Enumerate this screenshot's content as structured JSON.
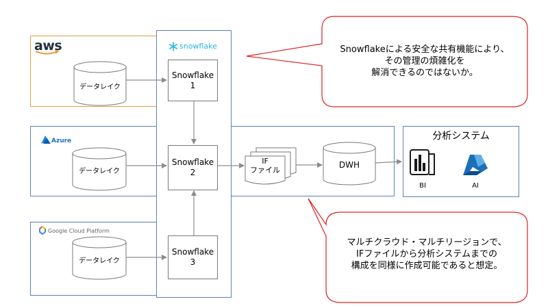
{
  "regions": {
    "aws": {
      "logo": "aws",
      "lake": "データレイク"
    },
    "azure": {
      "logo": "Azure",
      "lake": "データレイク"
    },
    "gcp": {
      "logo": "Google Cloud Platform",
      "lake": "データレイク"
    }
  },
  "snowflake": {
    "logo": "snowflake",
    "nodes": [
      {
        "line1": "Snowflake",
        "line2": "1"
      },
      {
        "line1": "Snowflake",
        "line2": "2"
      },
      {
        "line1": "Snowflake",
        "line2": "3"
      }
    ]
  },
  "if_file": {
    "line1": "IF",
    "line2": "ファイル"
  },
  "dwh": "DWH",
  "analysis": {
    "title": "分析システム",
    "bi": "BI",
    "ai": "AI"
  },
  "callouts": {
    "top": {
      "line1": "Snowflakeによる安全な共有機能により、",
      "line2": "その管理の煩雑化を",
      "line3": "解消できるのではないか。"
    },
    "bottom": {
      "line1": "マルチクラウド・マルチリージョンで、",
      "line2": "IFファイルから分析システムまでの",
      "line3": "構成を同様に作成可能であると想定。"
    }
  },
  "colors": {
    "aws_border": "#e59a3c",
    "azure_border": "#5b7fb8",
    "gcp_border": "#5b7fb8",
    "callout_border": "#e02020",
    "bi_icon": "#1a1a1a",
    "ai_icon": "#1d6fb8",
    "snowflake_logo": "#29b5e8"
  }
}
